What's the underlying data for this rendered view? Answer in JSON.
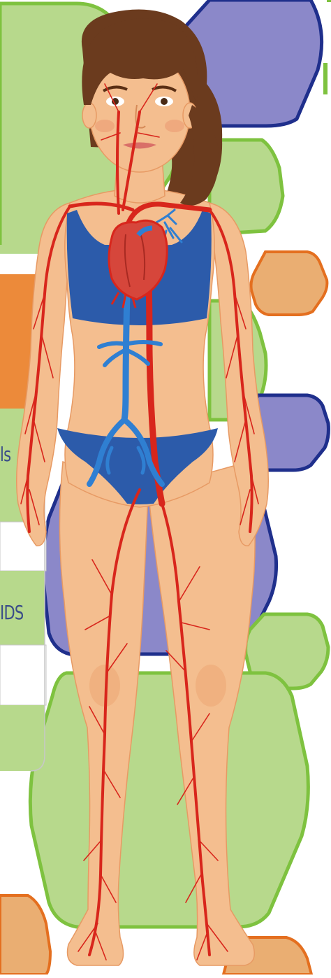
{
  "colors": {
    "green_fill": "#b7d98c",
    "green_stroke": "#7ec23f",
    "purple_fill": "#8b88c9",
    "navy_stroke": "#1f2f8c",
    "orange_fill": "#eaae72",
    "orange_stroke": "#e46f1f",
    "orange_panel": "#ec8a3a",
    "skin": "#f4be8f",
    "skin_shadow": "#e79a64",
    "hair": "#6b3b1e",
    "underwear": "#2c5baa",
    "artery": "#d8261c",
    "vein": "#2f7fd2",
    "heart": "#d6463b"
  },
  "figure": {
    "subject": "woman",
    "systems": [
      "arteries",
      "veins",
      "heart"
    ]
  },
  "side_panel": {
    "fragments": [
      "ls",
      "IDS"
    ]
  }
}
